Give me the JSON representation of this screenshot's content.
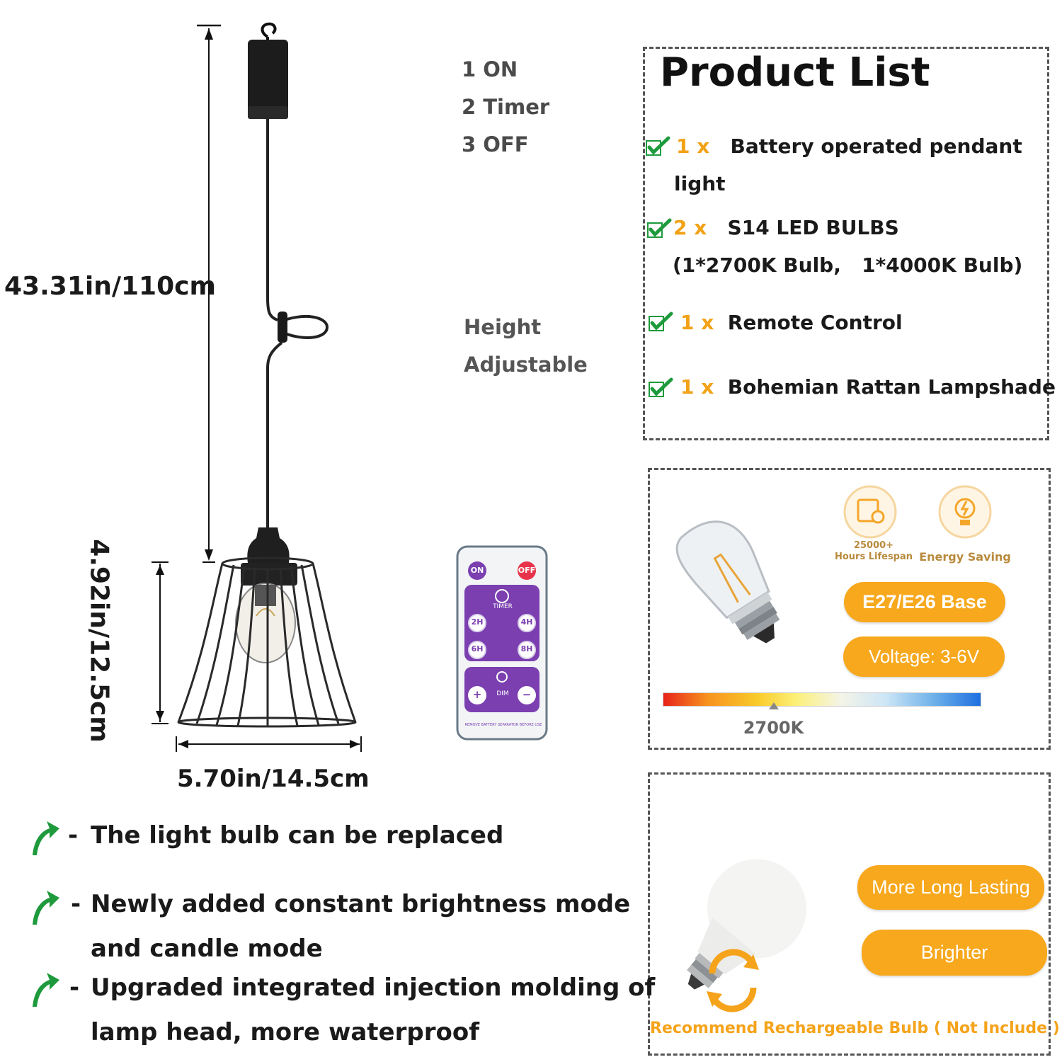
{
  "dimensions": {
    "height_total": "43.31in/110cm",
    "shade_height": "4.92in/12.5cm",
    "shade_width": "5.70in/14.5cm"
  },
  "modes": [
    "1 ON",
    "2 Timer",
    "3 OFF"
  ],
  "height_adjustable": [
    "Height",
    "Adjustable"
  ],
  "remote": {
    "on": "ON",
    "off": "OFF",
    "timer": "TIMER",
    "buttons": [
      "2H",
      "4H",
      "6H",
      "8H"
    ],
    "dim": "DIM",
    "plus": "+",
    "minus": "−",
    "footer": "REMOVE BATTERY SEPARATOR BEFORE USE"
  },
  "product_list": {
    "title": "Product List",
    "items": [
      {
        "qty": "1 x",
        "text": "Battery operated pendant",
        "text2": "light"
      },
      {
        "qty": "2 x",
        "text": "S14 LED BULBS",
        "text2": "(1*2700K Bulb,   1*4000K Bulb)"
      },
      {
        "qty": "1 x",
        "text": "Remote Control"
      },
      {
        "qty": "1 x",
        "text": "Bohemian Rattan Lampshade"
      }
    ]
  },
  "bulb_info": {
    "lifespan_value": "25000+",
    "lifespan_label": "Hours Lifespan",
    "energy_label": "Energy Saving",
    "base": "E27/E26 Base",
    "voltage": "Voltage:  3-6V",
    "color_temp": "2700K"
  },
  "recommend": {
    "pill1": "More Long Lasting",
    "pill2": "Brighter",
    "note": "Recommend Rechargeable Bulb ( Not Include )"
  },
  "features": [
    {
      "line1": "The light bulb can be replaced"
    },
    {
      "line1": "Newly added constant brightness mode",
      "line2": "and candle mode"
    },
    {
      "line1": "Upgraded integrated injection molding of",
      "line2": "lamp head, more waterproof"
    }
  ],
  "colors": {
    "accent_orange": "#f7a81d",
    "check_green": "#1e9a3c",
    "remote_purple": "#7b3fb0",
    "dashed_border": "#555555"
  }
}
